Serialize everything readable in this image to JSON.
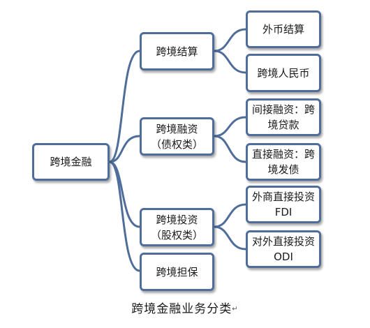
{
  "root": {
    "label": "跨境金融"
  },
  "branches": [
    {
      "label": "跨境结算"
    },
    {
      "label": "跨境融资",
      "sub": "（债权类）"
    },
    {
      "label": "跨境投资",
      "sub": "（股权类）"
    },
    {
      "label": "跨境担保"
    }
  ],
  "leaves": [
    {
      "label": "外币结算"
    },
    {
      "label": "跨境人民币"
    },
    {
      "line1": "间接融资：跨",
      "line2": "境贷款"
    },
    {
      "line1": "直接融资：跨",
      "line2": "境发债"
    },
    {
      "line1": "外商直接投资",
      "line2": "FDI"
    },
    {
      "line1": "对外直接投资",
      "line2": "ODI"
    }
  ],
  "caption": {
    "text": "跨境金融业务分类",
    "mark": "↵"
  },
  "colors": {
    "border": "#4f6d9a",
    "line": "#4f6d9a"
  }
}
